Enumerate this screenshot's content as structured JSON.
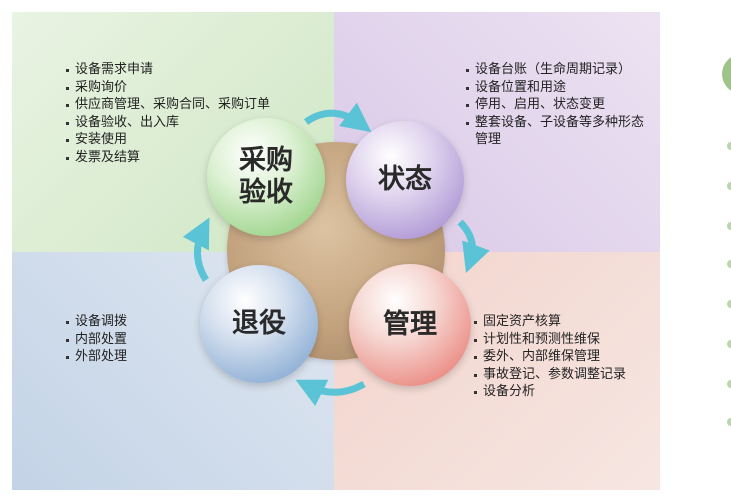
{
  "stages": {
    "purchase": {
      "line1": "采购",
      "line2": "验收"
    },
    "state": {
      "label": "状态"
    },
    "manage": {
      "label": "管理"
    },
    "retire": {
      "label": "退役"
    }
  },
  "lists": {
    "purchase": [
      "设备需求申请",
      "采购询价",
      "供应商管理、采购合同、采购订单",
      "设备验收、出入库",
      "安装使用",
      "发票及结算"
    ],
    "state": [
      "设备台账（生命周期记录）",
      "设备位置和用途",
      "停用、启用、状态变更",
      "整套设备、子设备等多种形态管理"
    ],
    "retire": [
      "设备调拨",
      "内部处置",
      "外部处理"
    ],
    "manage": [
      "固定资产核算",
      "计划性和预测性维保",
      "委外、内部维保管理",
      "事故登记、参数调整记录",
      "设备分析"
    ]
  },
  "colors": {
    "arrow": "#5bc3d6",
    "purchase": "#9fd58e",
    "state": "#b19ad6",
    "manage": "#eb8d85",
    "retire": "#8fb0d6"
  }
}
